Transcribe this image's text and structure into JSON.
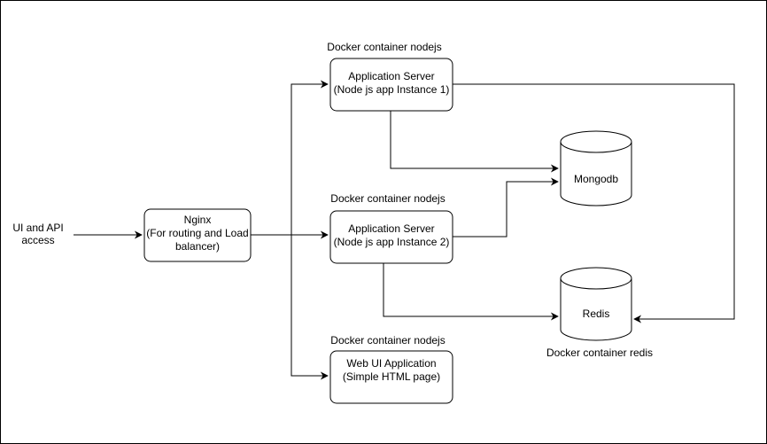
{
  "diagram": {
    "input": {
      "line1": "UI and API",
      "line2": "access"
    },
    "nginx": {
      "title": "Nginx",
      "line2": "(For routing and Load",
      "line3": "balancer)"
    },
    "app1": {
      "caption": "Docker container nodejs",
      "title": "Application Server",
      "subtitle": "(Node js app Instance 1)"
    },
    "app2": {
      "caption": "Docker container nodejs",
      "title": "Application Server",
      "subtitle": "(Node js app Instance 2)"
    },
    "webui": {
      "caption": "Docker container nodejs",
      "title": "Web UI Application",
      "subtitle": "(Simple HTML page)"
    },
    "mongodb": {
      "label": "Mongodb"
    },
    "redis": {
      "label": "Redis",
      "caption": "Docker container redis"
    }
  },
  "colors": {
    "background": "#ffffff",
    "stroke": "#000000",
    "fill": "#ffffff"
  }
}
